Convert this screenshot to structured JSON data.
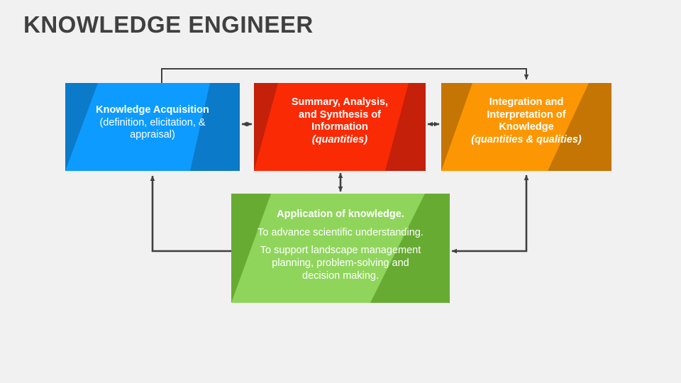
{
  "slide": {
    "title": "KNOWLEDGE ENGINEER",
    "background_color": "#f1f1f1",
    "title_color": "#404040"
  },
  "boxes": {
    "knowledge_acquisition": {
      "title": "Knowledge Acquisition",
      "subtitle_line1": "(definition, elicitation, &",
      "subtitle_line2": "appraisal)",
      "color": "#0d9bff",
      "shade_color": "#0b7ac9"
    },
    "summary_analysis": {
      "title_line1": "Summary, Analysis,",
      "title_line2": "and Synthesis of",
      "title_line3": "Information",
      "subtitle": "(quantities)",
      "color": "#fa2a05",
      "shade_color": "#c4200a"
    },
    "integration_interpretation": {
      "title_line1": "Integration and",
      "title_line2": "Interpretation of",
      "title_line3": "Knowledge",
      "subtitle": "(quantities & qualities)",
      "color": "#fc9703",
      "shade_color": "#c57504"
    },
    "application_knowledge": {
      "title": "Application of knowledge.",
      "body_line1": "To advance scientific understanding.",
      "body_line2": "To support landscape management",
      "body_line3": "planning, problem-solving and",
      "body_line4": "decision making.",
      "color": "#8fd55b",
      "shade_color": "#68ab33"
    }
  },
  "connectors": {
    "color": "#404040",
    "items": [
      {
        "name": "acquisition-to-integration",
        "from": "knowledge_acquisition",
        "to": "integration_interpretation",
        "style": "elbow-top",
        "arrowheads": "end"
      },
      {
        "name": "acquisition-summary-link",
        "from": "knowledge_acquisition",
        "to": "summary_analysis",
        "style": "horizontal",
        "arrowheads": "both"
      },
      {
        "name": "summary-integration-link",
        "from": "summary_analysis",
        "to": "integration_interpretation",
        "style": "horizontal",
        "arrowheads": "both"
      },
      {
        "name": "summary-application-link",
        "from": "summary_analysis",
        "to": "application_knowledge",
        "style": "vertical",
        "arrowheads": "both"
      },
      {
        "name": "application-to-acquisition",
        "from": "application_knowledge",
        "to": "knowledge_acquisition",
        "style": "elbow-left",
        "arrowheads": "end"
      },
      {
        "name": "integration-to-application",
        "from": "integration_interpretation",
        "to": "application_knowledge",
        "style": "elbow-right",
        "arrowheads": "both"
      }
    ]
  }
}
